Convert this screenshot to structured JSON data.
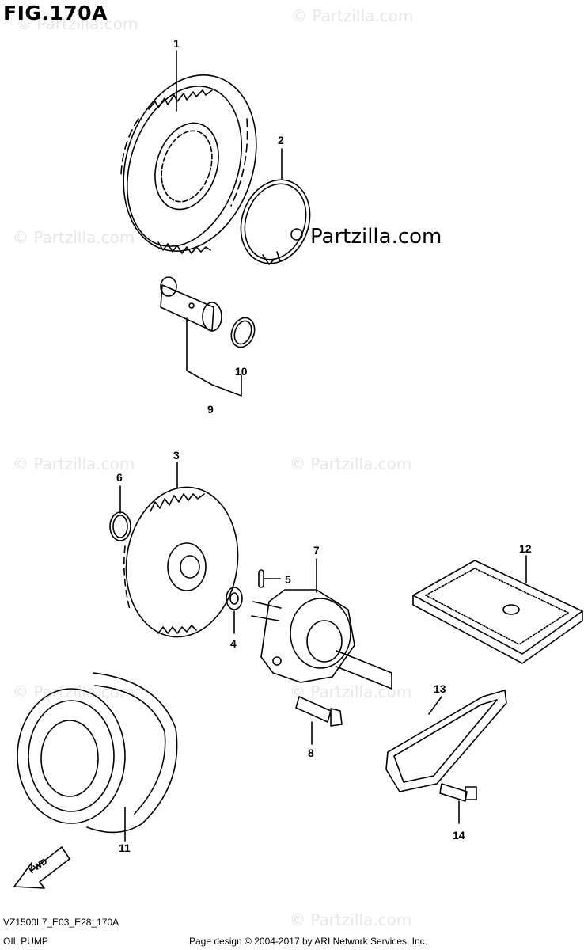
{
  "figure": {
    "title": "FIG.170A",
    "code": "VZ1500L7_E03_E28_170A",
    "name": "OIL PUMP"
  },
  "brand": "Partzilla.com",
  "watermark": "© Partzilla.com",
  "copyright": "Page design © 2004-2017 by ARI Network Services, Inc.",
  "fwd_label": "FWD",
  "callouts": [
    "1",
    "2",
    "3",
    "4",
    "5",
    "6",
    "7",
    "8",
    "9",
    "10",
    "11",
    "12",
    "13",
    "14"
  ]
}
